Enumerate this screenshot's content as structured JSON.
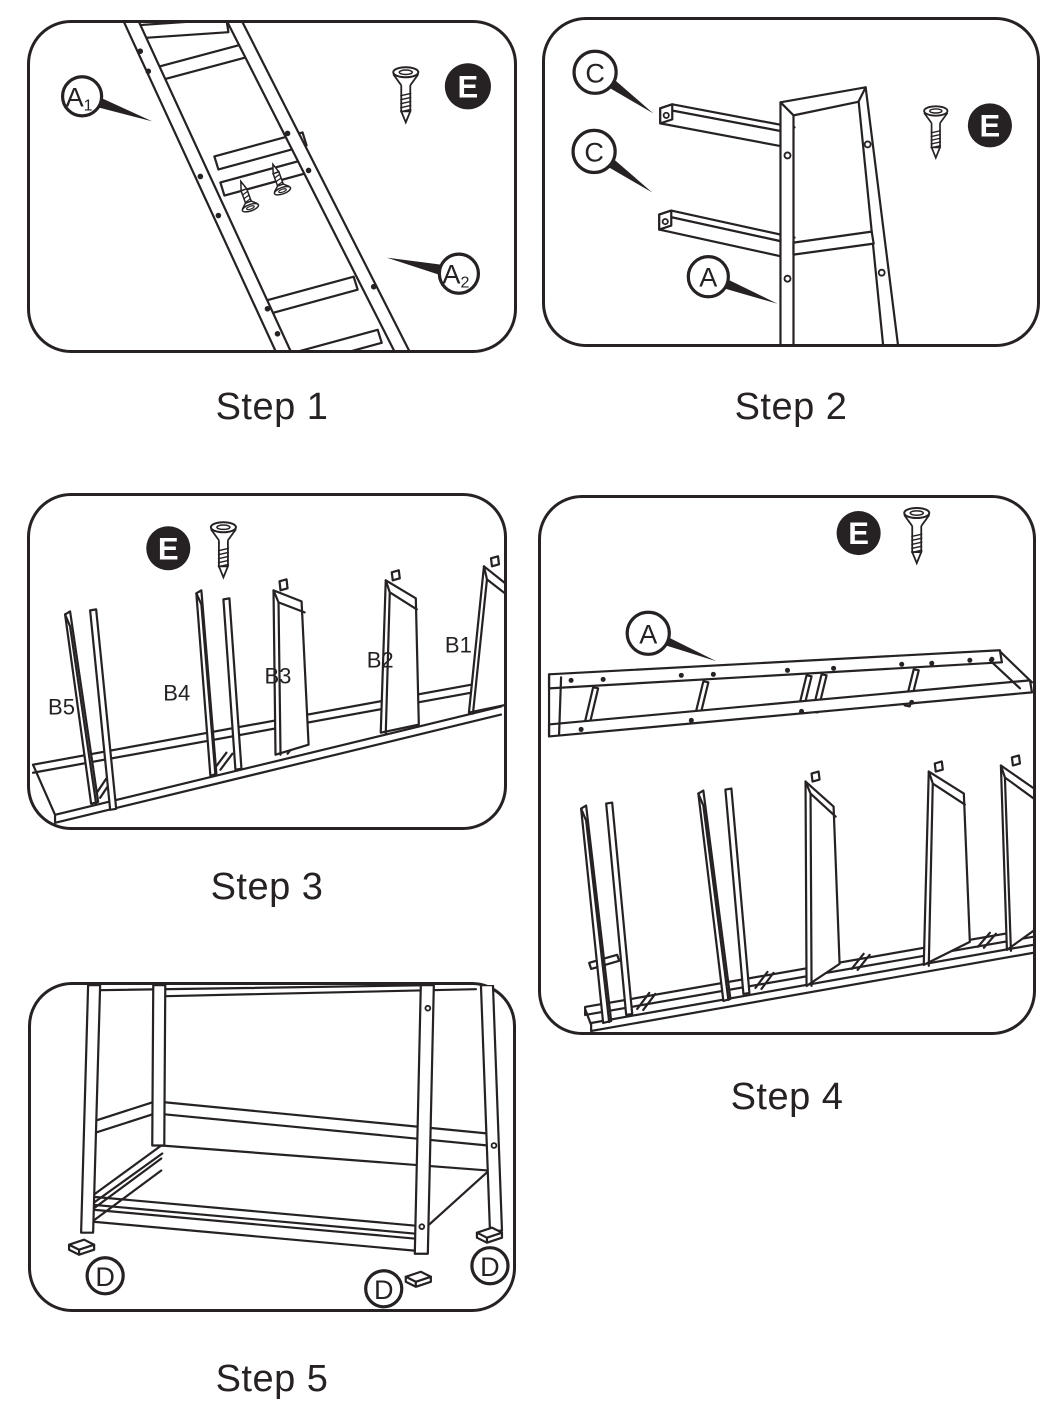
{
  "colors": {
    "ink": "#262223",
    "paper": "#ffffff"
  },
  "steps": [
    {
      "caption": "Step 1",
      "badge": "E",
      "labels": {
        "a1_main": "A",
        "a1_sub": "1",
        "a2_main": "A",
        "a2_sub": "2"
      }
    },
    {
      "caption": "Step 2",
      "badge": "E",
      "labels": {
        "c1": "C",
        "c2": "C",
        "a": "A"
      }
    },
    {
      "caption": "Step 3",
      "badge": "E",
      "parts": [
        "B5",
        "B4",
        "B3",
        "B2",
        "B1"
      ]
    },
    {
      "caption": "Step 4",
      "badge": "E",
      "labels": {
        "a": "A"
      }
    },
    {
      "caption": "Step 5",
      "labels": {
        "d1": "D",
        "d2": "D",
        "d3": "D"
      }
    }
  ]
}
